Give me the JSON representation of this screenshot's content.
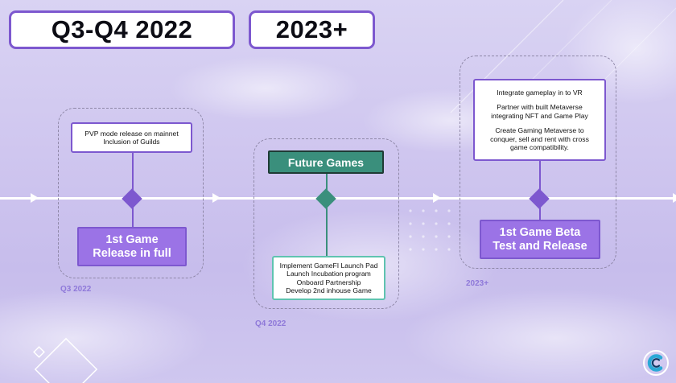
{
  "headers": {
    "left": "Q3-Q4 2022",
    "right": "2023+"
  },
  "milestones": {
    "q3_2022": {
      "period": "Q3 2022",
      "notes": [
        "PVP mode release on mainnet",
        "Inclusion of Guilds"
      ],
      "label_lines": [
        "1st Game",
        "Release in full"
      ]
    },
    "q4_2022": {
      "period": "Q4 2022",
      "label": "Future Games",
      "notes": [
        "Implement GameFI Launch Pad",
        "Launch Incubation program",
        "Onboard Partnership",
        "Develop 2nd inhouse Game"
      ]
    },
    "y2023": {
      "period": "2023+",
      "notes": {
        "p1": "Integrate gameplay in to VR",
        "p2": [
          "Partner with built Metaverse",
          "integrating NFT and Game Play"
        ],
        "p3": [
          "Create Gaming Metaverse to",
          "conquer, sell and rent with cross",
          "game compatibility."
        ]
      },
      "label_lines": [
        "1st Game Beta",
        "Test and Release"
      ]
    }
  },
  "colors": {
    "accent_purple": "#7d58cf",
    "label_purple": "#9b73e6",
    "teal": "#3a8f7c",
    "teal_border": "#5fc3b0",
    "period_text": "#8f79d9",
    "background": "#d4ccf1"
  },
  "icons": {
    "logo": "c-logo-icon",
    "decoration": "outline-diamond"
  }
}
